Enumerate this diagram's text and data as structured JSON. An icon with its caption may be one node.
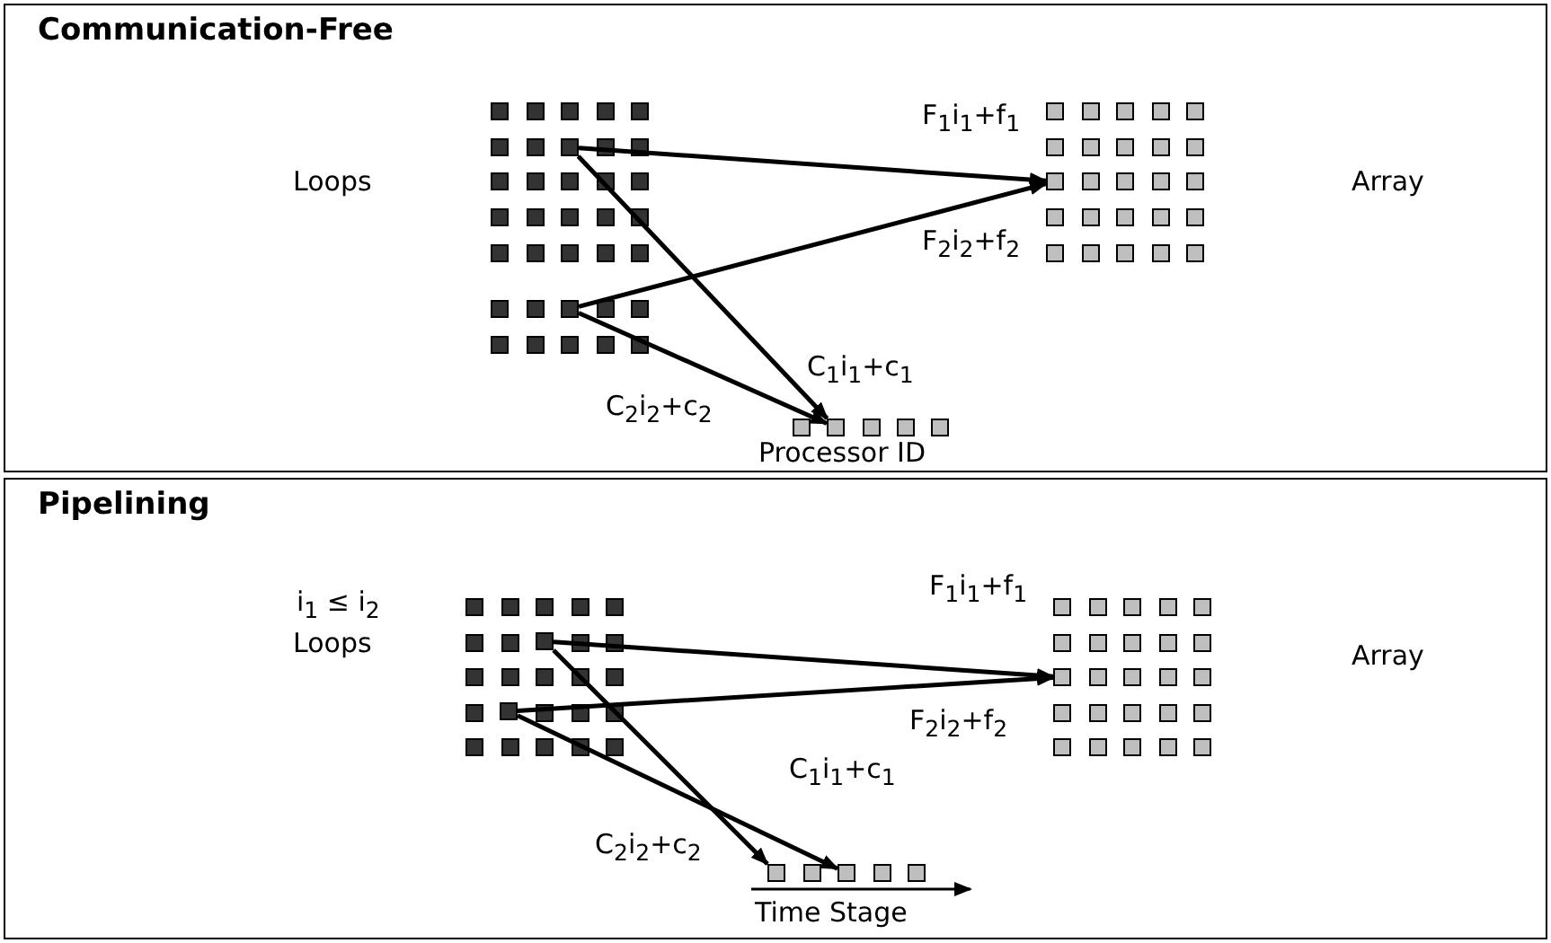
{
  "diagram": {
    "nodes": [
      {
        "text": [
          "Communication-Free"
        ]
      },
      {
        "text": [],
        "shape": "box",
        "in": 0
      },
      {
        "text": [],
        "shape": "box",
        "in": 0
      },
      {
        "text": [],
        "shape": "box",
        "in": 0
      },
      {
        "text": [],
        "shape": "box",
        "in": 0
      },
      {
        "text": [
          "Pipelining"
        ]
      },
      {
        "text": [],
        "shape": "box",
        "in": 5
      },
      {
        "text": [],
        "shape": "box",
        "in": 5
      },
      {
        "text": [],
        "shape": "box",
        "in": 5
      },
      {
        "text": [],
        "shape": "box",
        "in": 5
      },
      {
        "text": [],
        "shape": "box",
        "in": 5
      }
    ],
    "edges": [
      {
        "from": 1,
        "to": 3,
        "arrow": "to",
        "label": "F$_{1}$i$_{1}$+f$_{1}$"
      },
      {
        "from": 2,
        "to": 3,
        "arrow": "to",
        "label": "F$_{2}$i$_{2}$+f$_{2}$"
      },
      {
        "from": 1,
        "to": 4,
        "arrow": "to",
        "label": "C$_{1}$i$_{1}$+c$_{1}$"
      },
      {
        "from": 2,
        "to": 4,
        "arrow": "to",
        "label": "C$_{2}$i$_{2}$+c$_{2}$"
      },
      {
        "from": 6,
        "to": 8,
        "arrow": "to",
        "label": "F$_{1}$i$_{1}$+f$_{1}$"
      },
      {
        "from": 7,
        "to": 8,
        "arrow": "to",
        "label": "F$_{2}$i$_{2}$+f$_{2}$"
      },
      {
        "from": 6,
        "to": 9,
        "arrow": "to",
        "label": "C$_{1}$i$_{1}$+c$_{1}$"
      },
      {
        "from": 7,
        "to": 10,
        "arrow": "to",
        "label": "C$_{2}$i$_{2}$+c$_{2}$"
      }
    ],
    "labels": [
      "Loops",
      "Array",
      "Processor ID",
      "i$_{1}$ ≤ i$_{2}$",
      "Loops",
      "Array",
      "Time Stage"
    ]
  }
}
